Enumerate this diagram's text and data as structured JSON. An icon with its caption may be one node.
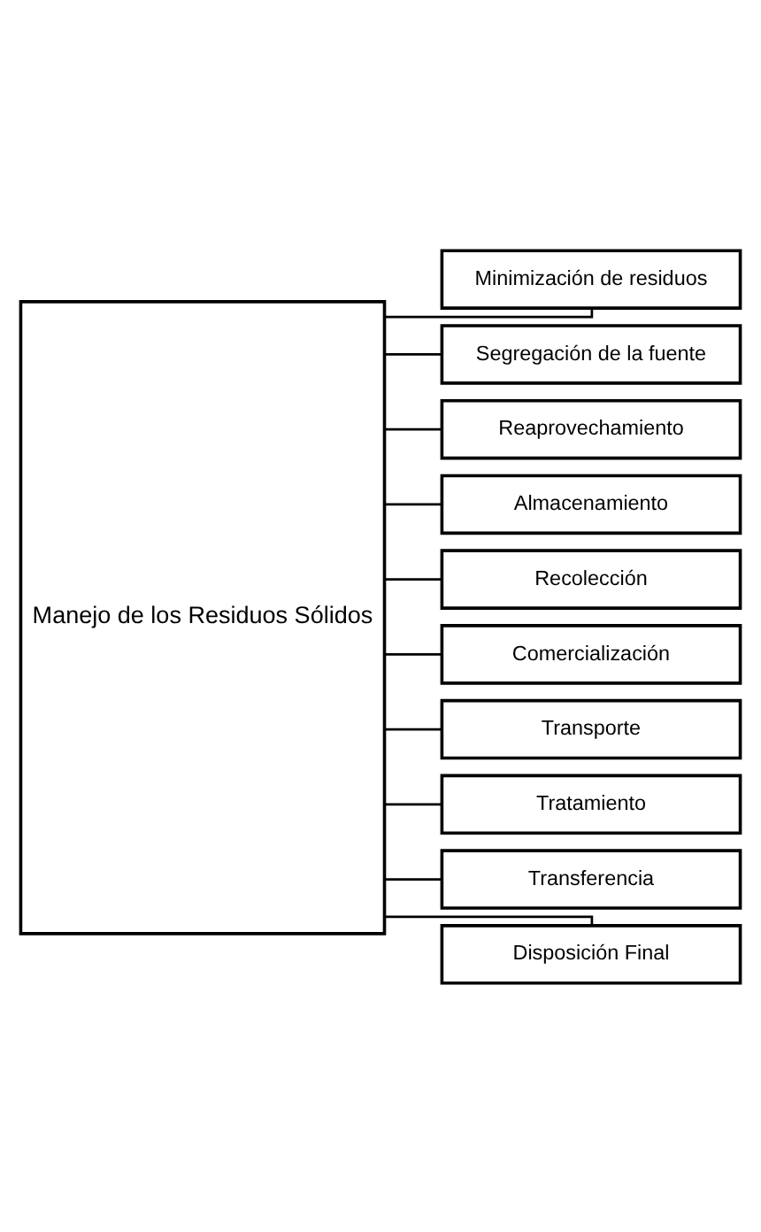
{
  "diagram": {
    "nodes": [
      {
        "text": [
          "Manejo de los Residuos Sólidos"
        ]
      },
      {
        "text": [
          "Minimización de residuos"
        ]
      },
      {
        "text": [
          "Segregación de la fuente"
        ]
      },
      {
        "text": [
          "Reaprovechamiento"
        ]
      },
      {
        "text": [
          "Almacenamiento"
        ]
      },
      {
        "text": [
          "Recolección"
        ]
      },
      {
        "text": [
          "Comercialización"
        ]
      },
      {
        "text": [
          "Transporte"
        ]
      },
      {
        "text": [
          "Tratamiento"
        ]
      },
      {
        "text": [
          "Transferencia"
        ]
      },
      {
        "text": [
          "Disposición Final"
        ]
      }
    ],
    "edges": [
      {
        "from": 0,
        "to": 1,
        "arrow": "none"
      },
      {
        "from": 0,
        "to": 2,
        "arrow": "none"
      },
      {
        "from": 0,
        "to": 3,
        "arrow": "none"
      },
      {
        "from": 0,
        "to": 4,
        "arrow": "none"
      },
      {
        "from": 0,
        "to": 5,
        "arrow": "none"
      },
      {
        "from": 0,
        "to": 6,
        "arrow": "none"
      },
      {
        "from": 0,
        "to": 7,
        "arrow": "none"
      },
      {
        "from": 0,
        "to": 8,
        "arrow": "none"
      },
      {
        "from": 0,
        "to": 9,
        "arrow": "none"
      },
      {
        "from": 0,
        "to": 10,
        "arrow": "none"
      }
    ]
  }
}
